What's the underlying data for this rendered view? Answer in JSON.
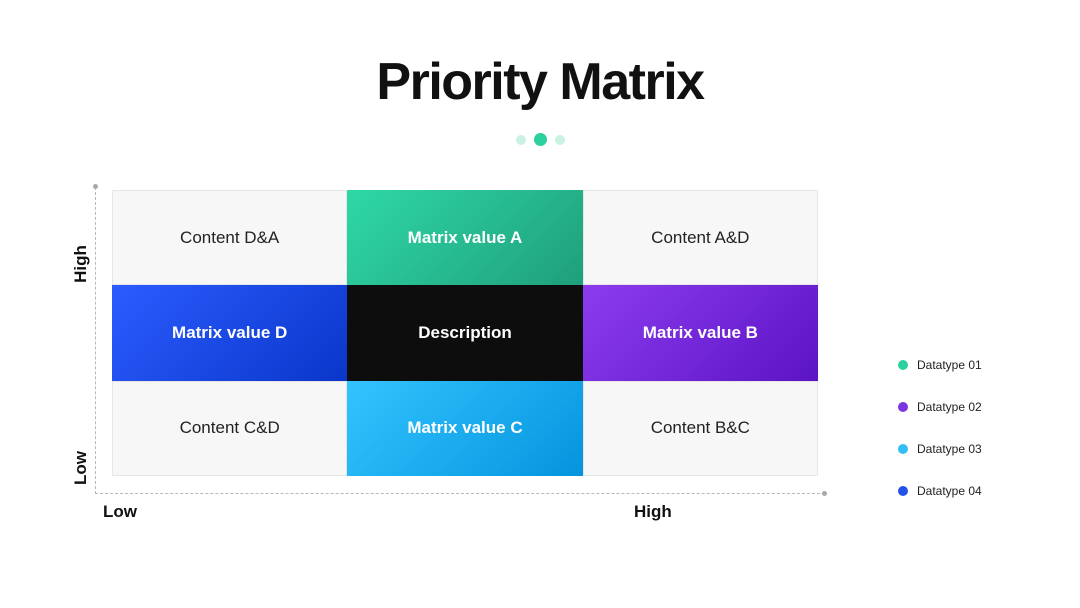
{
  "title": "Priority Matrix",
  "axes": {
    "y_high": "High",
    "y_low": "Low",
    "x_low": "Low",
    "x_high": "High"
  },
  "matrix": [
    [
      {
        "text": "Content D&A",
        "style": "light"
      },
      {
        "text": "Matrix value A",
        "style": "green"
      },
      {
        "text": "Content A&D",
        "style": "light"
      }
    ],
    [
      {
        "text": "Matrix value D",
        "style": "blue"
      },
      {
        "text": "Description",
        "style": "black"
      },
      {
        "text": "Matrix value B",
        "style": "purple"
      }
    ],
    [
      {
        "text": "Content C&D",
        "style": "light"
      },
      {
        "text": "Matrix value C",
        "style": "sky"
      },
      {
        "text": "Content B&C",
        "style": "light"
      }
    ]
  ],
  "legend": [
    {
      "label": "Datatype 01",
      "color": "#2ed0a0"
    },
    {
      "label": "Datatype 02",
      "color": "#7b35e0"
    },
    {
      "label": "Datatype 03",
      "color": "#33bff5"
    },
    {
      "label": "Datatype 04",
      "color": "#2452e8"
    }
  ]
}
